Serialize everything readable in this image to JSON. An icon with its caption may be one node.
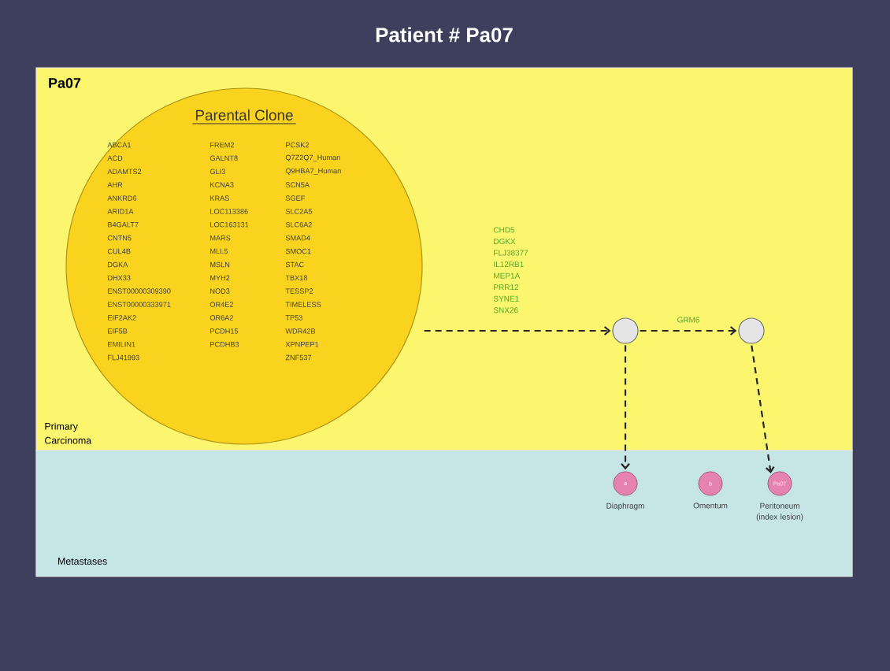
{
  "diagram": {
    "title": "Patient # Pa07",
    "nodes": [
      {
        "text": [
          "Pa07",
          "Primary Carcinoma"
        ]
      },
      {
        "text": [
          "Metastases"
        ]
      },
      {
        "text": [
          "Parental Clone",
          "ABCA1",
          "ACD",
          "ADAMTS2",
          "AHR",
          "ANKRD6",
          "ARID1A",
          "B4GALT7",
          "CNTN5",
          "CUL4B",
          "DGKA",
          "DHX33",
          "ENST00000309390",
          "ENST00000333971",
          "EIF2AK2",
          "EIF5B",
          "EMILIN1",
          "FLJ41993",
          "FREM2",
          "GALNT8",
          "GLI3",
          "KCNA3",
          "KRAS",
          "LOC113386",
          "LOC163131",
          "MARS",
          "MLL5",
          "MSLN",
          "MYH2",
          "NOD3",
          "OR4E2",
          "OR6A2",
          "PCDH15",
          "PCDHB3",
          "PCSK2",
          "Q7Z2Q7_Human",
          "Q9HBA7_Human",
          "SCN5A",
          "SGEF",
          "SLC2A5",
          "SLC6A2",
          "SMAD4",
          "SMOC1",
          "STAC",
          "TBX18",
          "TESSP2",
          "TIMELESS",
          "TP53",
          "WDR42B",
          "XPNPEP1",
          "ZNF537"
        ],
        "in": 0
      },
      {
        "text": [],
        "shape": "circle",
        "in": 0
      },
      {
        "text": [],
        "shape": "circle",
        "in": 0
      },
      {
        "text": [
          "a"
        ],
        "beside": [
          "Diaphragm"
        ],
        "in": 1
      },
      {
        "text": [
          "b"
        ],
        "beside": [
          "Omentum"
        ],
        "in": 1
      },
      {
        "text": [
          "Pa07"
        ],
        "beside": [
          "Peritoneum (index lesion)"
        ],
        "in": 1
      }
    ],
    "edges": [
      {
        "from": 2,
        "to": 3,
        "arrow": "to",
        "style": "dashed",
        "label": "CHD5 DGKX FLJ38377 IL12RB1 MEP1A PRR12 SYNE1 SNX26"
      },
      {
        "from": 3,
        "to": 4,
        "arrow": "to",
        "style": "dashed",
        "label": "GRM6"
      },
      {
        "from": 3,
        "to": 5,
        "arrow": "to",
        "style": "dashed"
      },
      {
        "from": 4,
        "to": 7,
        "arrow": "to",
        "style": "dashed"
      }
    ]
  }
}
